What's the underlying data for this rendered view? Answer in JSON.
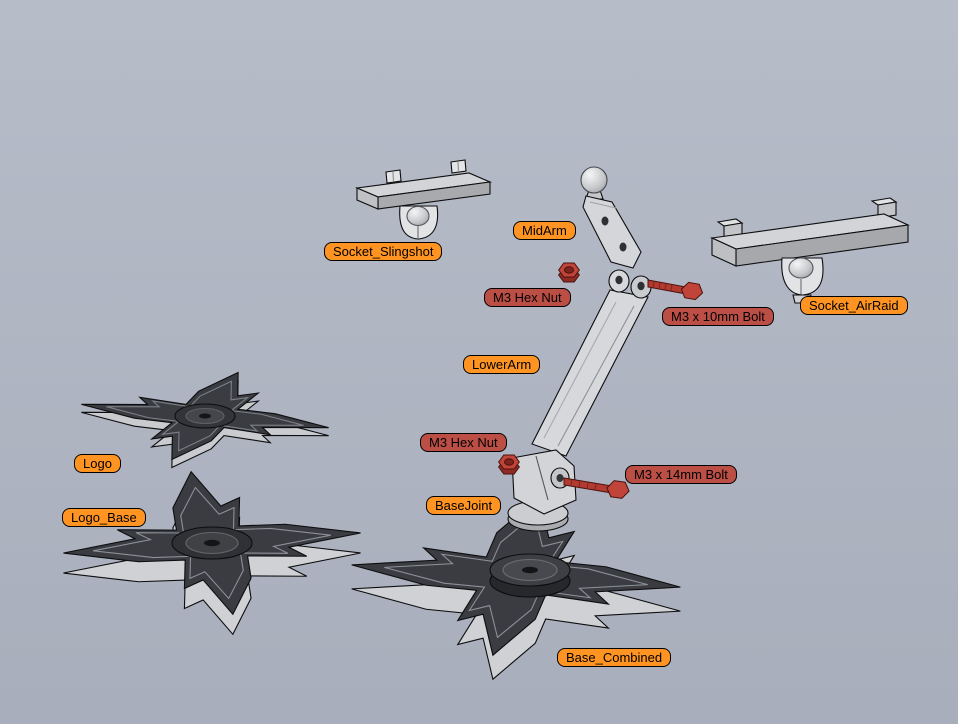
{
  "scene": {
    "description": "Exploded 3D assembly view of printable parts with callout labels",
    "colors": {
      "background_top": "#b6bcc8",
      "background_bottom": "#a8aebb",
      "part_label_bg": "#ff9422",
      "fastener_label_bg": "#bb4f46",
      "label_border": "#000000",
      "label_text": "#000000",
      "part_gray_light": "#d2d4d7",
      "part_gray_dark": "#3a3c41",
      "fastener_red": "#b23a31"
    }
  },
  "labels": [
    {
      "text": "Socket_Slingshot",
      "kind": "part"
    },
    {
      "text": "MidArm",
      "kind": "part"
    },
    {
      "text": "M3 Hex Nut",
      "kind": "fastener"
    },
    {
      "text": "M3 x 10mm Bolt",
      "kind": "fastener"
    },
    {
      "text": "Socket_AirRaid",
      "kind": "part"
    },
    {
      "text": "LowerArm",
      "kind": "part"
    },
    {
      "text": "M3 Hex Nut",
      "kind": "fastener"
    },
    {
      "text": "M3 x 14mm Bolt",
      "kind": "fastener"
    },
    {
      "text": "BaseJoint",
      "kind": "part"
    },
    {
      "text": "Logo",
      "kind": "part"
    },
    {
      "text": "Logo_Base",
      "kind": "part"
    },
    {
      "text": "Base_Combined",
      "kind": "part"
    }
  ]
}
